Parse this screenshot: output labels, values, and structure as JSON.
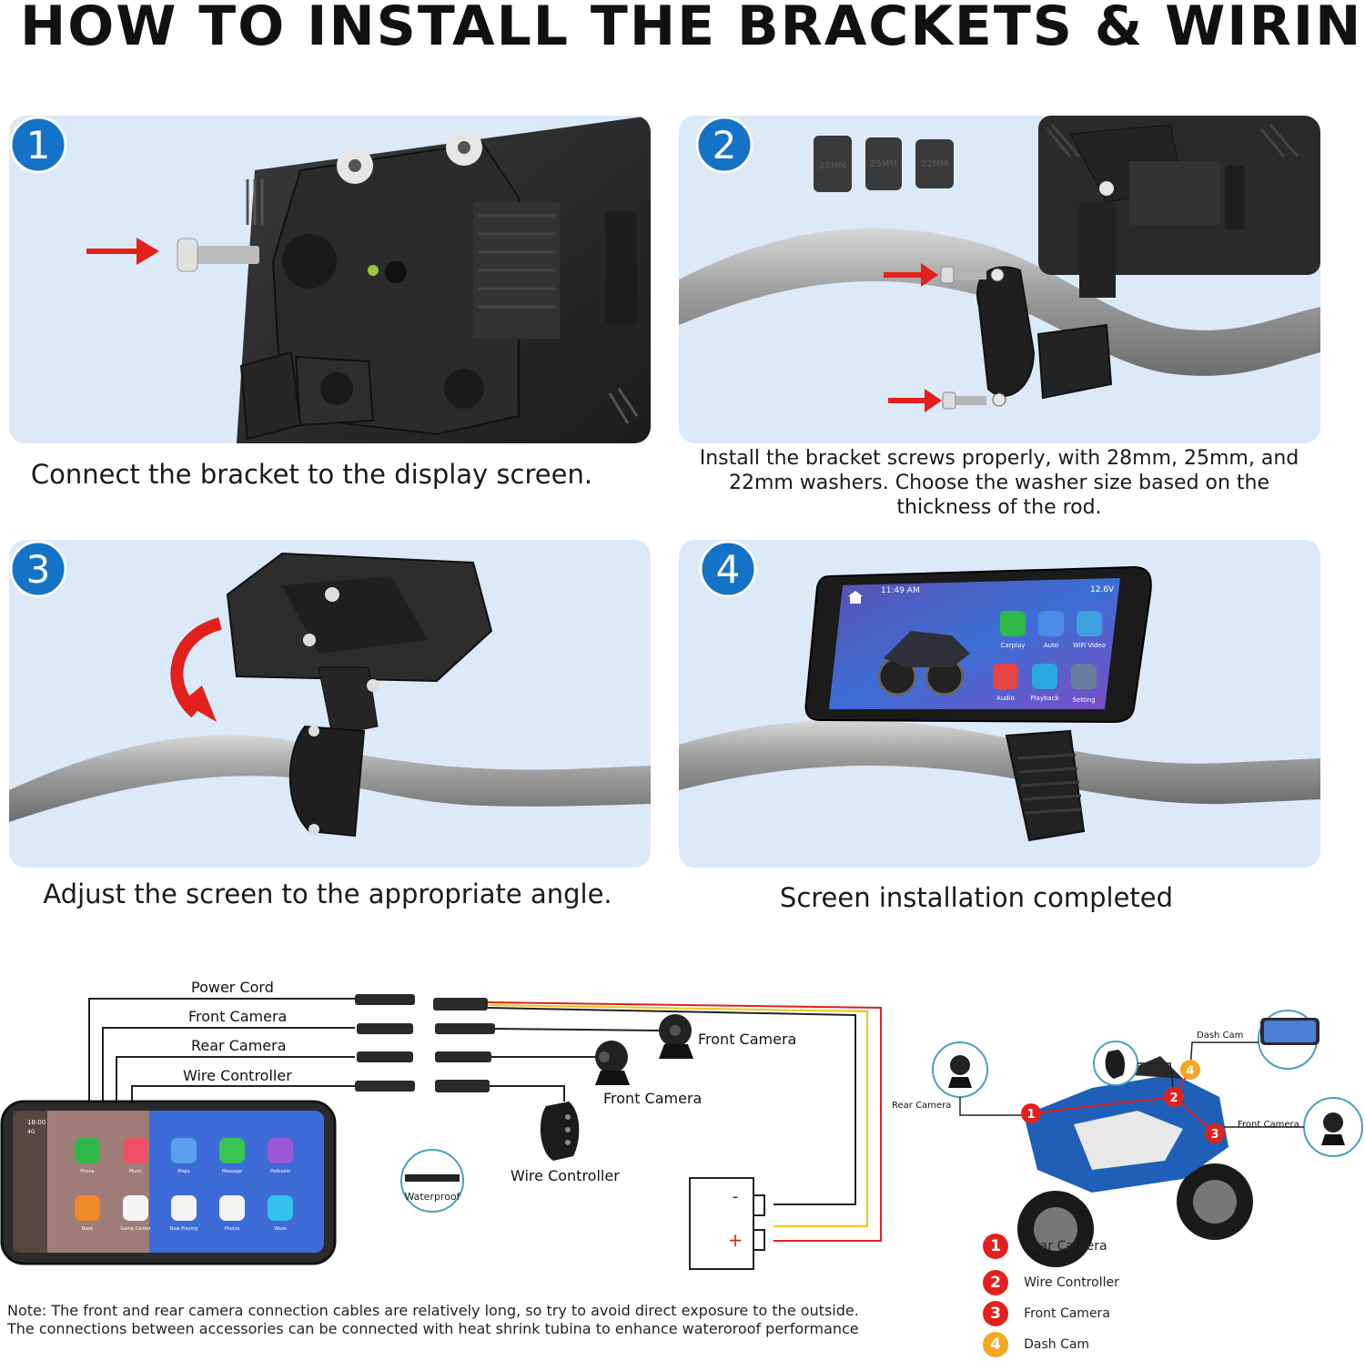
{
  "title": "HOW TO INSTALL THE BRACKETS & WIRING",
  "colors": {
    "panel_bg": "#dce9f7",
    "badge_blue": "#1573c7",
    "arrow_red": "#e3201b",
    "wire_yellow": "#f0c419",
    "wire_red": "#d9241f",
    "legend_orange": "#f5a623"
  },
  "steps": [
    {
      "number": "1",
      "caption": "Connect the bracket to the display screen."
    },
    {
      "number": "2",
      "caption": "Install the bracket screws properly, with 28mm, 25mm, and 22mm washers. Choose the washer size based on the thickness of the rod.",
      "washers": [
        "28MM",
        "25MM",
        "22MM"
      ]
    },
    {
      "number": "3",
      "caption": "Adjust the screen to the appropriate angle."
    },
    {
      "number": "4",
      "caption": "Screen installation completed"
    }
  ],
  "screen4": {
    "time": "11:49 AM",
    "voltage": "12.6V",
    "apps": [
      "Carplay",
      "Auto",
      "WiFi Video",
      "Audio",
      "Playback",
      "Setting"
    ]
  },
  "wiring": {
    "cords": [
      "Power Cord",
      "Front Camera",
      "Rear Camera",
      "Wire Controller"
    ],
    "devices": {
      "front_camera_a": "Front Camera",
      "front_camera_b": "Front Camera",
      "wire_controller": "Wire Controller"
    },
    "waterproof": "Waterproof",
    "battery": {
      "minus": "-",
      "plus": "+"
    }
  },
  "carplay_screen": {
    "time": "18:00",
    "signal": "4G",
    "apps": [
      "Phone",
      "Music",
      "Maps",
      "Message",
      "Podcasts",
      "Book",
      "Game Center",
      "Now Playing",
      "Photos",
      "Waze"
    ]
  },
  "bike": {
    "rear_camera": "Rear Camera",
    "dash_cam": "Dash Cam",
    "front_camera": "Front Camera",
    "markers": [
      "1",
      "2",
      "3",
      "4"
    ]
  },
  "legend": [
    {
      "number": "1",
      "label": "Rear Camera",
      "color": "#e3201b"
    },
    {
      "number": "2",
      "label": "Wire Controller",
      "color": "#e3201b"
    },
    {
      "number": "3",
      "label": "Front Camera",
      "color": "#e3201b"
    },
    {
      "number": "4",
      "label": "Dash Cam",
      "color": "#f5a623"
    }
  ],
  "note": [
    "Note: The front and rear camera connection cables are relatively long, so try to avoid direct exposure to the outside.",
    "The connections between accessories can be connected with heat shrink tubina to enhance wateroroof performance"
  ]
}
